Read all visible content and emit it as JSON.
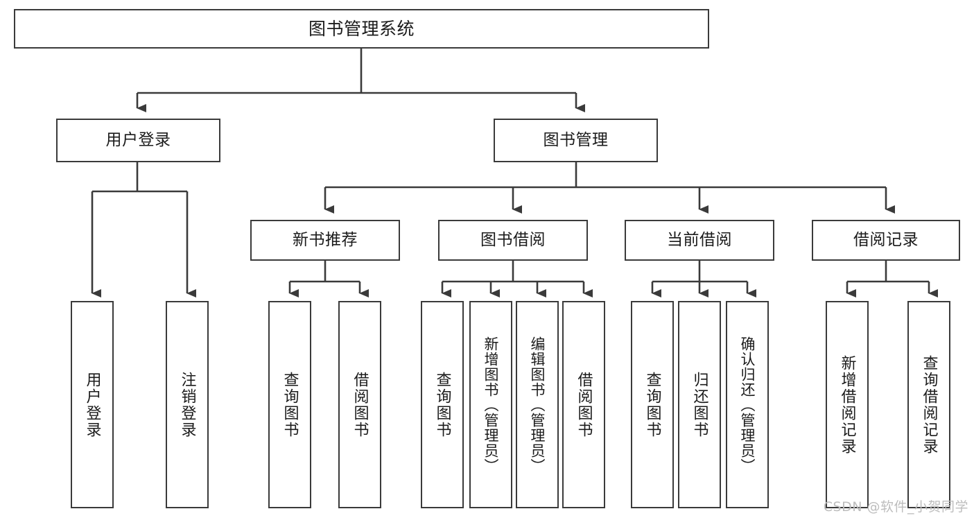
{
  "diagram": {
    "title": "图书管理系统",
    "type": "hierarchy-tree",
    "watermark": "CSDN @软件_小贺同学",
    "colors": {
      "background": "#ffffff",
      "box_border": "#3a3a3a",
      "box_fill": "#ffffff",
      "text": "#1b1b1b",
      "connector": "#3a3a3a",
      "watermark": "#bdbdbd"
    },
    "nodes": {
      "root": {
        "label": "图书管理系统"
      },
      "level1": [
        {
          "id": "user-login",
          "label": "用户登录"
        },
        {
          "id": "book-management",
          "label": "图书管理"
        }
      ],
      "level2": [
        {
          "id": "new-book-recommend",
          "label": "新书推荐"
        },
        {
          "id": "book-borrow",
          "label": "图书借阅"
        },
        {
          "id": "current-borrow",
          "label": "当前借阅"
        },
        {
          "id": "borrow-record",
          "label": "借阅记录"
        }
      ],
      "leaves": {
        "user-login": [
          {
            "id": "leaf-user-login",
            "label": "用户登录"
          },
          {
            "id": "leaf-logout-login",
            "label": "注销登录"
          }
        ],
        "new-book-recommend": [
          {
            "id": "leaf-query-book-1",
            "label": "查询图书"
          },
          {
            "id": "leaf-borrow-book-1",
            "label": "借阅图书"
          }
        ],
        "book-borrow": [
          {
            "id": "leaf-query-book-2",
            "label": "查询图书"
          },
          {
            "id": "leaf-add-book-admin",
            "label": "新增图书（管理员）"
          },
          {
            "id": "leaf-edit-book-admin",
            "label": "编辑图书（管理员）"
          },
          {
            "id": "leaf-borrow-book-2",
            "label": "借阅图书"
          }
        ],
        "current-borrow": [
          {
            "id": "leaf-query-book-3",
            "label": "查询图书"
          },
          {
            "id": "leaf-return-book",
            "label": "归还图书"
          },
          {
            "id": "leaf-confirm-return-admin",
            "label": "确认归还（管理员）"
          }
        ],
        "borrow-record": [
          {
            "id": "leaf-add-borrow-record",
            "label": "新增借阅记录"
          },
          {
            "id": "leaf-query-borrow-record",
            "label": "查询借阅记录"
          }
        ]
      }
    }
  }
}
